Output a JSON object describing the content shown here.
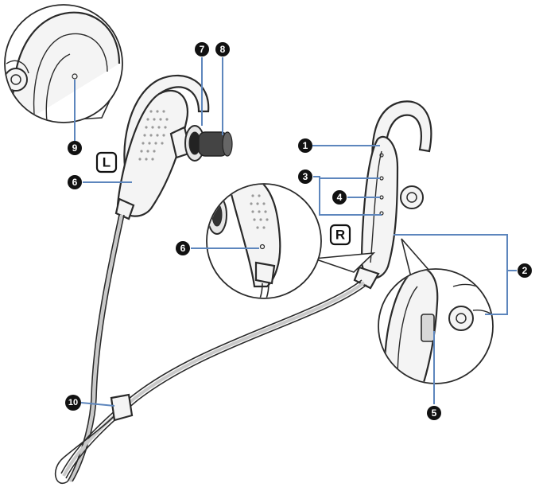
{
  "callouts": {
    "c1": "1",
    "c2": "2",
    "c3": "3",
    "c4": "4",
    "c5": "5",
    "c6a": "6",
    "c6b": "6",
    "c7": "7",
    "c8": "8",
    "c9": "9",
    "c10": "10"
  },
  "badges": {
    "left": "L",
    "right": "R"
  },
  "colors": {
    "leader": "#5d86bd",
    "outline": "#2a2a2a",
    "callout_fill": "#111111"
  }
}
